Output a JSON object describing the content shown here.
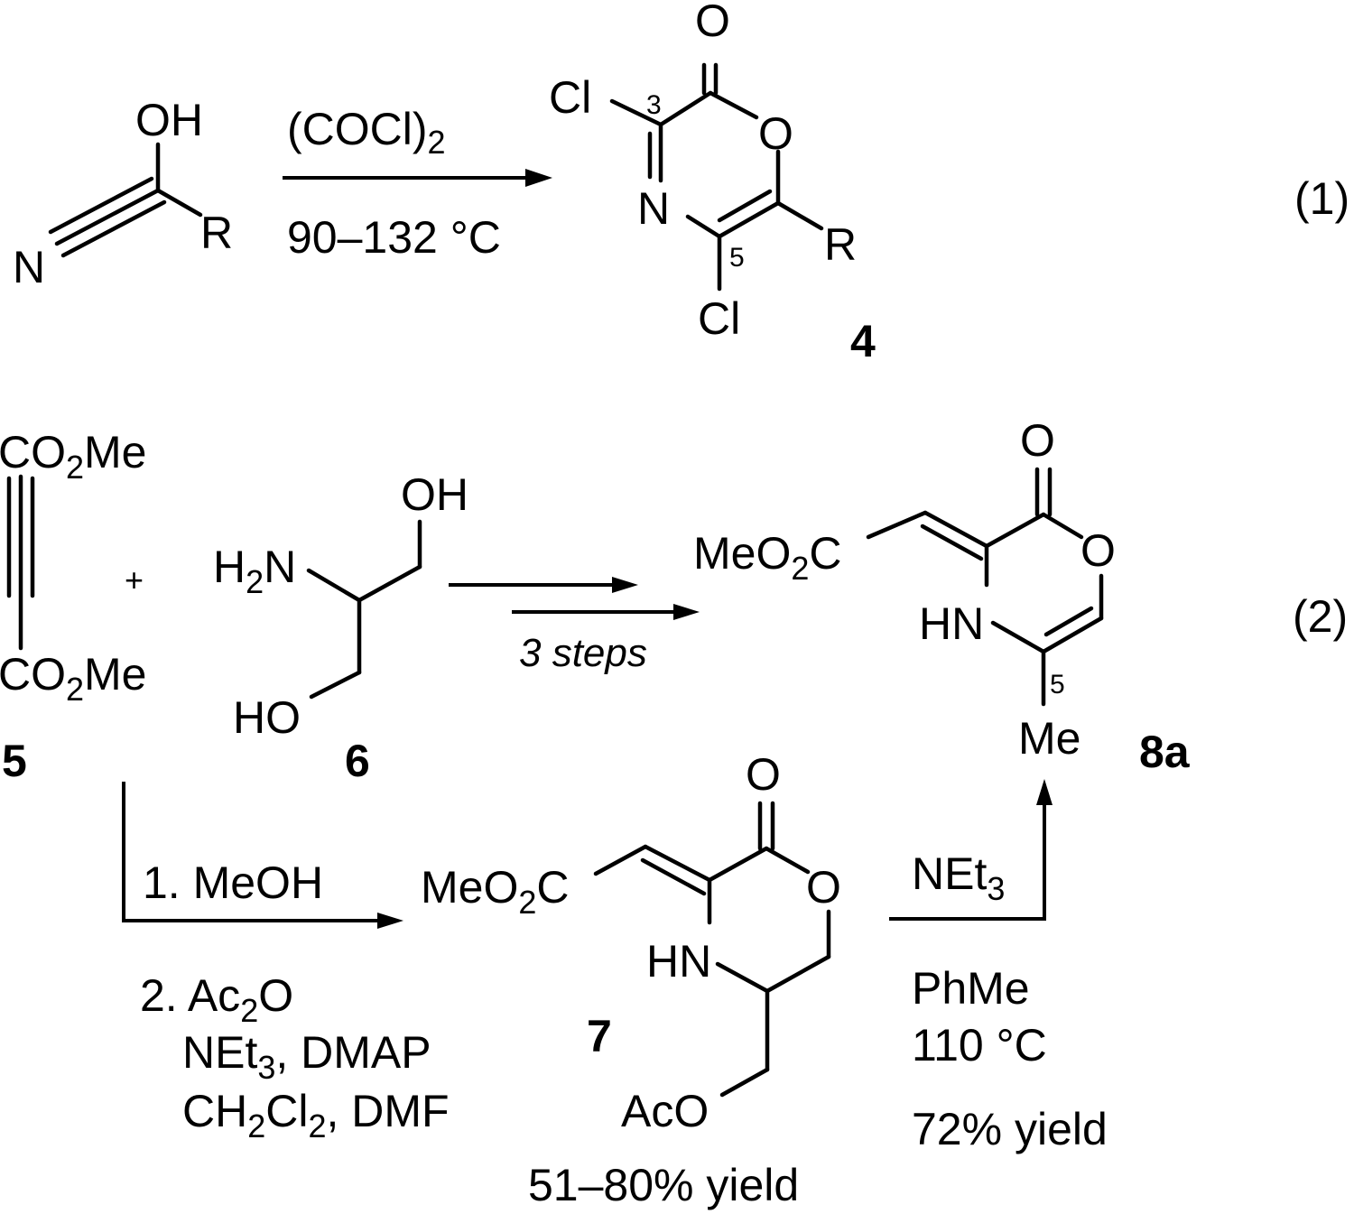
{
  "equations": [
    {
      "number": "(1)",
      "reagent_top": "(COCl)2",
      "reagent_bottom": "90–132 °C",
      "product_label": "4"
    },
    {
      "number": "(2)",
      "starting_materials": [
        "5",
        "6"
      ],
      "plus": "+",
      "arrow_top_note": "3 steps",
      "step1": "1. MeOH",
      "step2_lines": [
        "2. Ac2O",
        "NEt3, DMAP",
        "CH2Cl2, DMF"
      ],
      "intermediate_label": "7",
      "intermediate_yield": "51–80% yield",
      "step3_reagent": "NEt3",
      "step3_conditions": [
        "PhMe",
        "110 °C"
      ],
      "step3_yield": "72% yield",
      "final_label": "8a"
    }
  ],
  "atom_labels": {
    "oh": "OH",
    "ho": "HO",
    "n": "N",
    "r": "R",
    "cl": "Cl",
    "o": "O",
    "hn": "HN",
    "me": "Me",
    "h2n": "H2N",
    "co2me": "CO2Me",
    "meo2c": "MeO2C",
    "aco": "AcO",
    "pos3": "3",
    "pos5": "5"
  }
}
